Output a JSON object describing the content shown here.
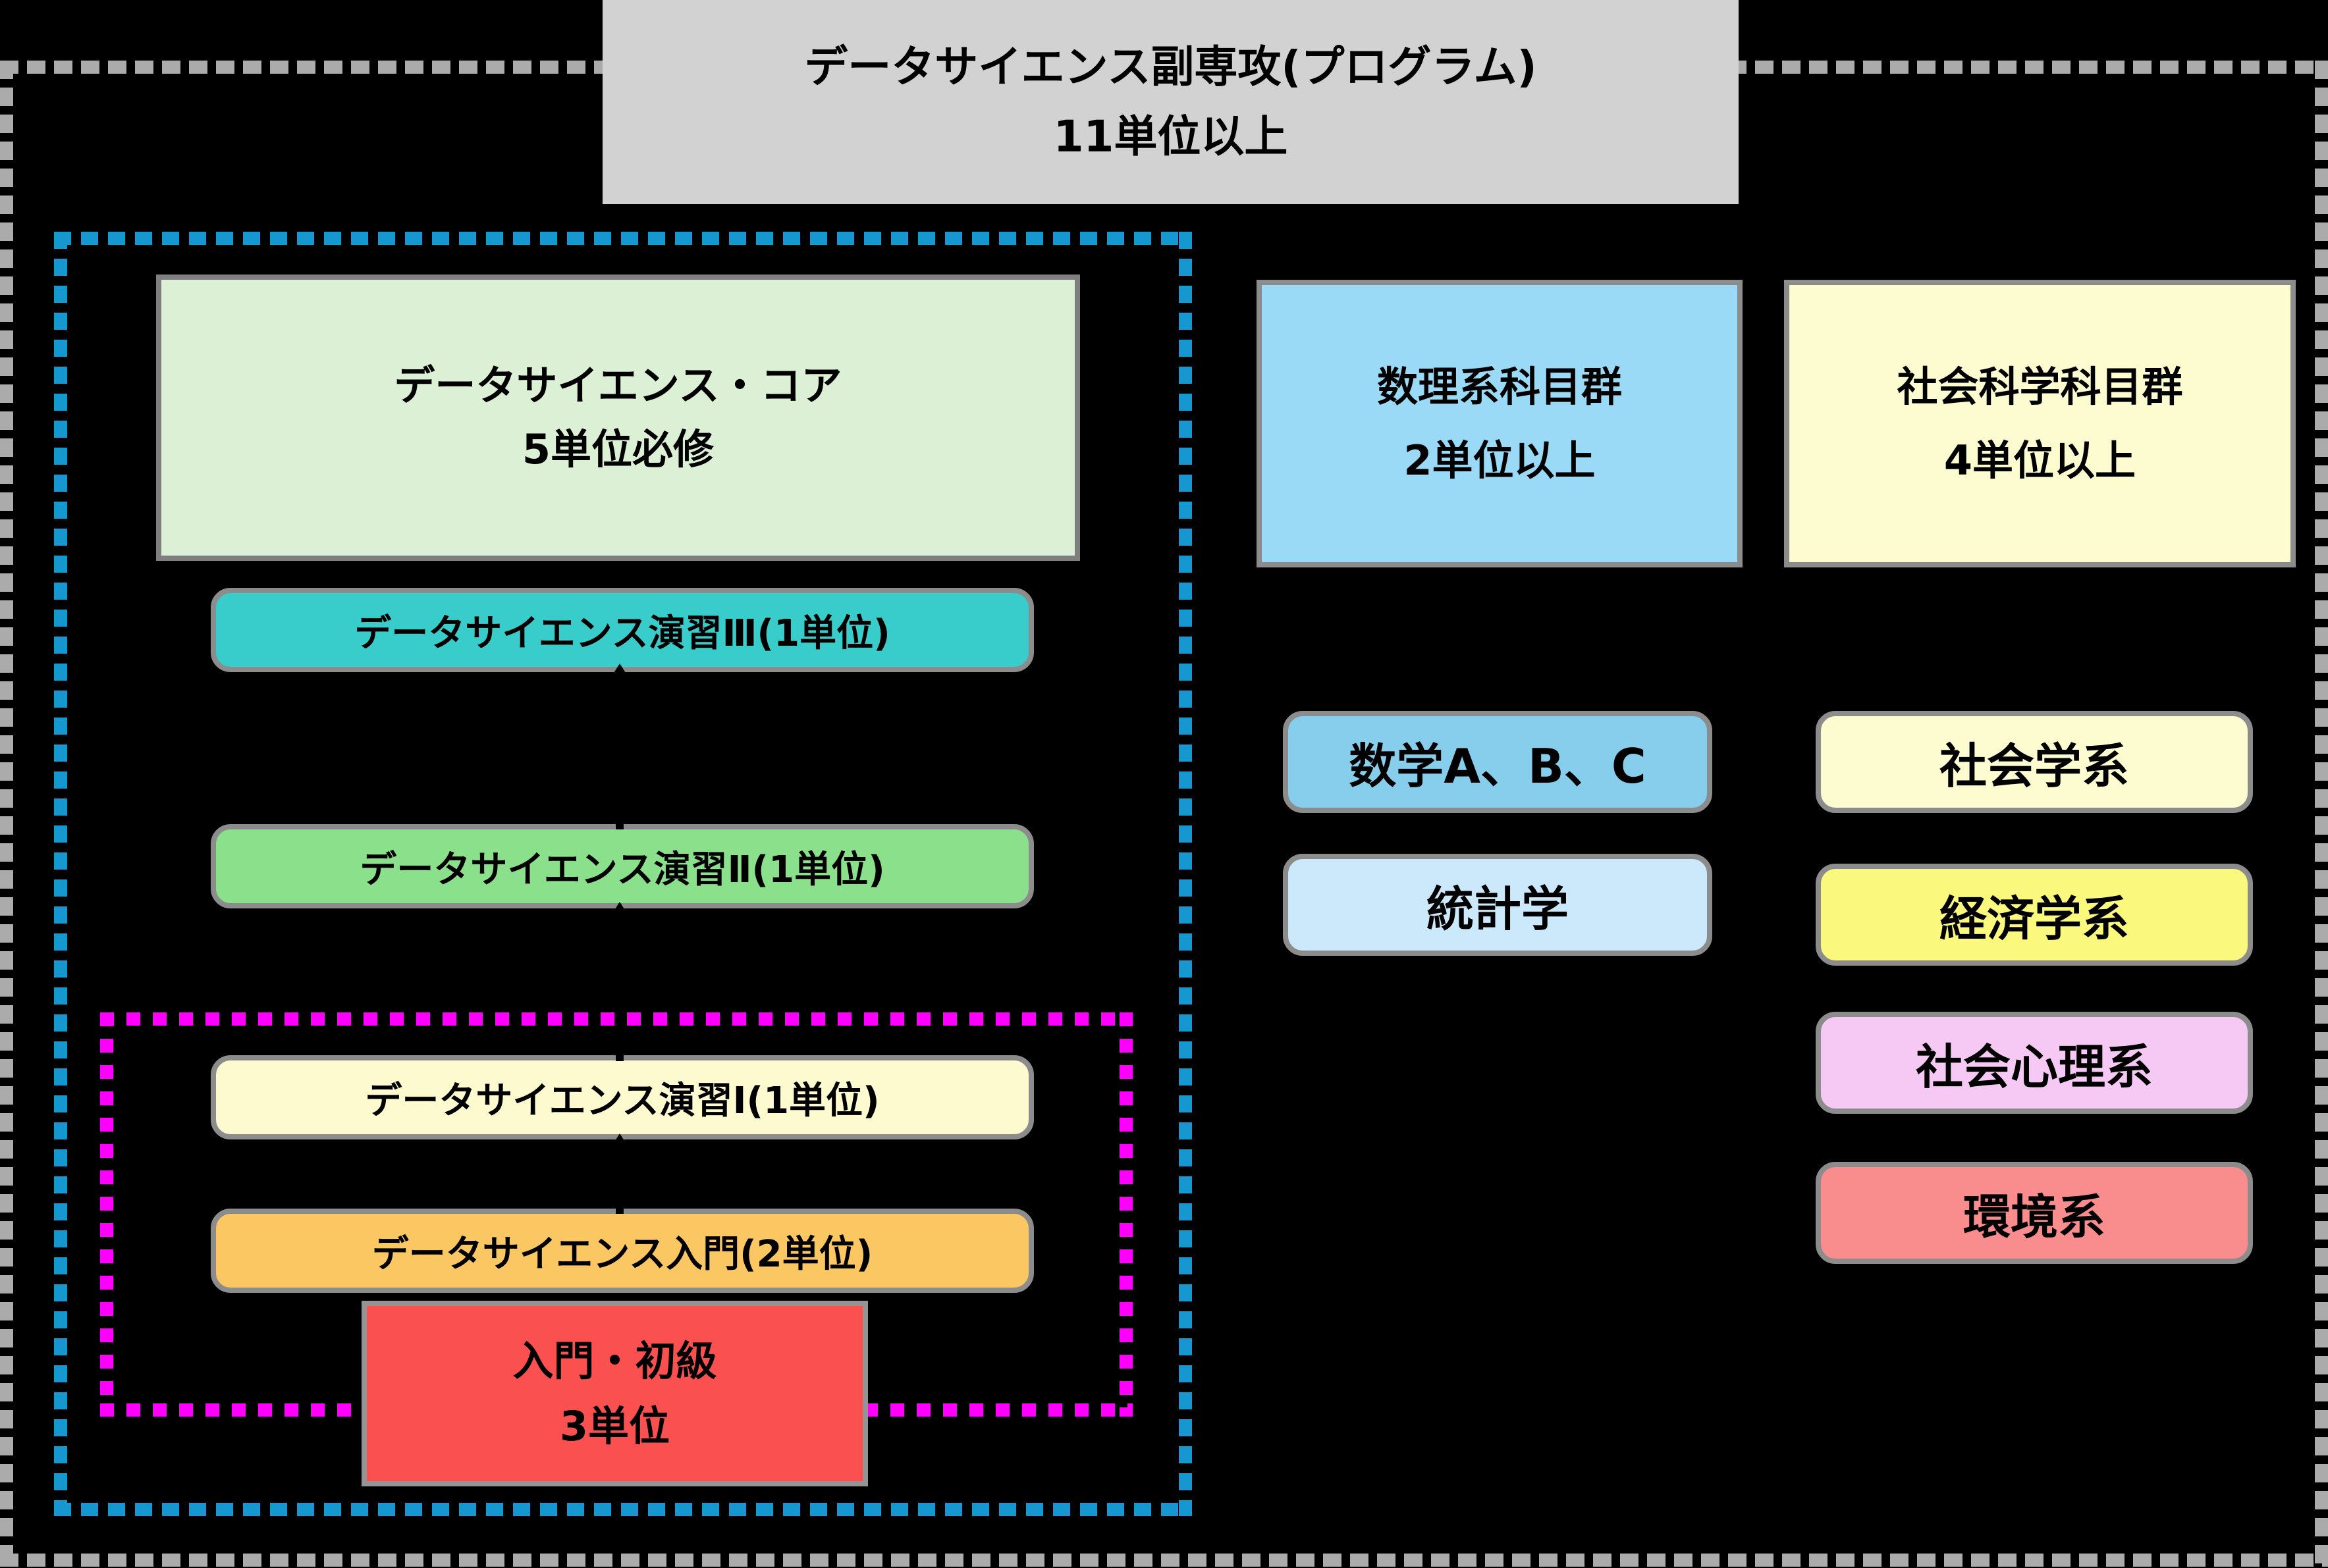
{
  "palette": {
    "background": "#000000",
    "outer_dash": "#ABABAB",
    "blue_group_dash": "#1697D0",
    "magenta_group_dash": "#FF00FF",
    "box_border": "#8C8C8C",
    "title_bg": "#D2D2D2",
    "core_bg": "#DCF0D5",
    "course_3_bg": "#38CCCA",
    "course_2_bg": "#8BE08B",
    "course_1_bg": "#FDFAD0",
    "course_intro_bg": "#FBC763",
    "beginner_bg": "#FB5050",
    "math_header_bg": "#9ADAF6",
    "social_header_bg": "#FDFBD0",
    "math_item_1_bg": "#86CEEB",
    "math_item_2_bg": "#CBE9FA",
    "social_item_1_bg": "#FDFBD0",
    "social_item_2_bg": "#FBF87E",
    "social_item_3_bg": "#F6C8F4",
    "social_item_4_bg": "#F98D8D",
    "text": "#000000"
  },
  "title": {
    "line1": "データサイエンス副専攻(プログラム)",
    "line2": "11単位以上"
  },
  "core_group": {
    "header": {
      "line1": "データサイエンス・コア",
      "line2": "5単位必修"
    },
    "course_3": "データサイエンス演習Ⅲ(1単位)",
    "course_2": "データサイエンス演習Ⅱ(1単位)",
    "course_1": "データサイエンス演習Ⅰ(1単位)",
    "course_intro": "データサイエンス入門(2単位)",
    "beginner": {
      "line1": "入門・初級",
      "line2": "3単位"
    }
  },
  "math_group": {
    "header": {
      "line1": "数理系科目群",
      "line2": "2単位以上"
    },
    "items": [
      "数学A、B、C",
      "統計学"
    ]
  },
  "social_group": {
    "header": {
      "line1": "社会科学科目群",
      "line2": "4単位以上"
    },
    "items": [
      "社会学系",
      "経済学系",
      "社会心理系",
      "環境系"
    ]
  }
}
